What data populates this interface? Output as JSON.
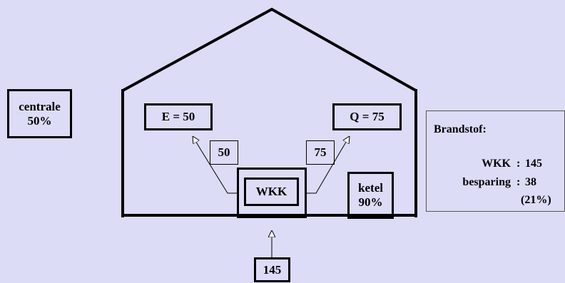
{
  "centrale": {
    "name": "centrale",
    "efficiency": "50%"
  },
  "electricity": {
    "label": "E = 50"
  },
  "heat": {
    "label": "Q = 75"
  },
  "flows": {
    "electric": "50",
    "heat": "75"
  },
  "wkk": {
    "label": "WKK"
  },
  "ketel": {
    "name": "ketel",
    "efficiency": "90%"
  },
  "input": {
    "value": "145"
  },
  "fuel_panel": {
    "title": "Brandstof:",
    "rows": [
      {
        "label": "WKK",
        "separator": ":",
        "value": "145"
      },
      {
        "label": "besparing",
        "separator": ":",
        "value": "38"
      }
    ],
    "saving_pct": "(21%)"
  }
}
